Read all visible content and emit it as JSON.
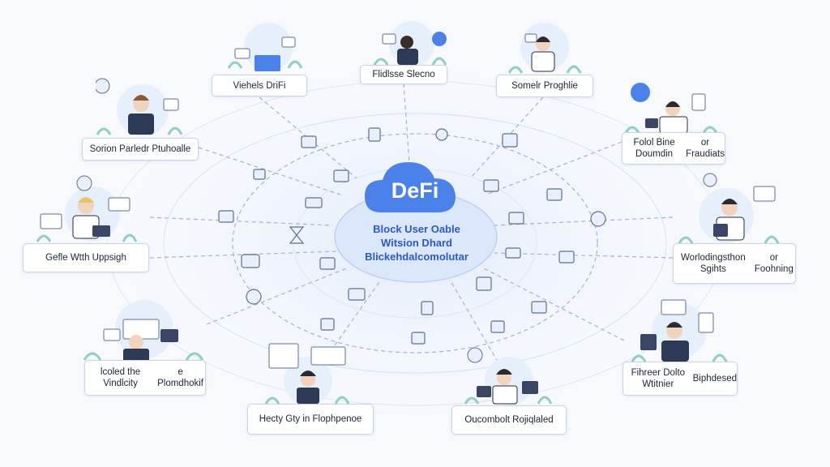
{
  "hub": {
    "title": "DeFi",
    "lines": [
      "Block User Oable",
      "Witsion Dhard",
      "Blickehdalcomolutar"
    ]
  },
  "nodes": [
    {
      "id": "top-1",
      "lines": [
        "Viehels DriFi"
      ]
    },
    {
      "id": "top-2",
      "lines": [
        "Flidlsse Slecno"
      ]
    },
    {
      "id": "top-3",
      "lines": [
        "Somelr Proghlie"
      ]
    },
    {
      "id": "left-1",
      "lines": [
        "Sorion Parledr Ptuhoalle"
      ]
    },
    {
      "id": "right-1",
      "lines": [
        "Folol Bine Doumdin",
        "or Fraudiats"
      ]
    },
    {
      "id": "left-2",
      "lines": [
        "Gefle Wtth Uppsigh"
      ]
    },
    {
      "id": "right-2",
      "lines": [
        "Worlodingsthon Sgihts",
        "or Foohning"
      ]
    },
    {
      "id": "left-3",
      "lines": [
        "lcoled the Vindlcity",
        "e Plomdhokif"
      ]
    },
    {
      "id": "bottom-1",
      "lines": [
        "Hecty Gty in Flophpenoe"
      ]
    },
    {
      "id": "bottom-2",
      "lines": [
        "Oucombolt Rojiqlaled"
      ]
    },
    {
      "id": "right-3",
      "lines": [
        "Fihreer Dolto Wtitnier",
        "Biphdesed"
      ]
    }
  ],
  "colors": {
    "accent": "#3d7ae6",
    "hub_fill": "#dbe8fb",
    "cloud": "#4a82ea",
    "line": "#9fb3d6",
    "bubble": "#e6f0fc",
    "plant": "#8fd0c2"
  }
}
